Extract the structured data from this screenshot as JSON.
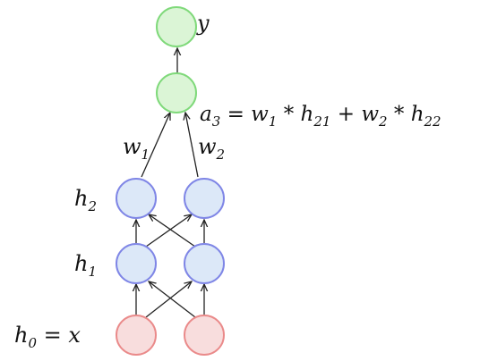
{
  "diagram": {
    "colors": {
      "output_fill": "#dbf5d6",
      "output_stroke": "#7fd97a",
      "hidden_fill": "#dce8f8",
      "hidden_stroke": "#7f86e6",
      "input_fill": "#f8dddd",
      "input_stroke": "#ea8a8a",
      "edge": "#222222"
    },
    "labels": {
      "y": "y",
      "a3_equation": "a",
      "a3_sub": "3",
      "a3_rhs1": " = w",
      "a3_rhs1_sub": "1",
      "a3_rhs2": " * h",
      "a3_rhs2_sub": "21",
      "a3_rhs3": " + w",
      "a3_rhs3_sub": "2",
      "a3_rhs4": " * h",
      "a3_rhs4_sub": "22",
      "w1": "w",
      "w1_sub": "1",
      "w2": "w",
      "w2_sub": "2",
      "h2": "h",
      "h2_sub": "2",
      "h1": "h",
      "h1_sub": "1",
      "h0": "h",
      "h0_sub": "0",
      "h0_rhs": " = x"
    }
  }
}
